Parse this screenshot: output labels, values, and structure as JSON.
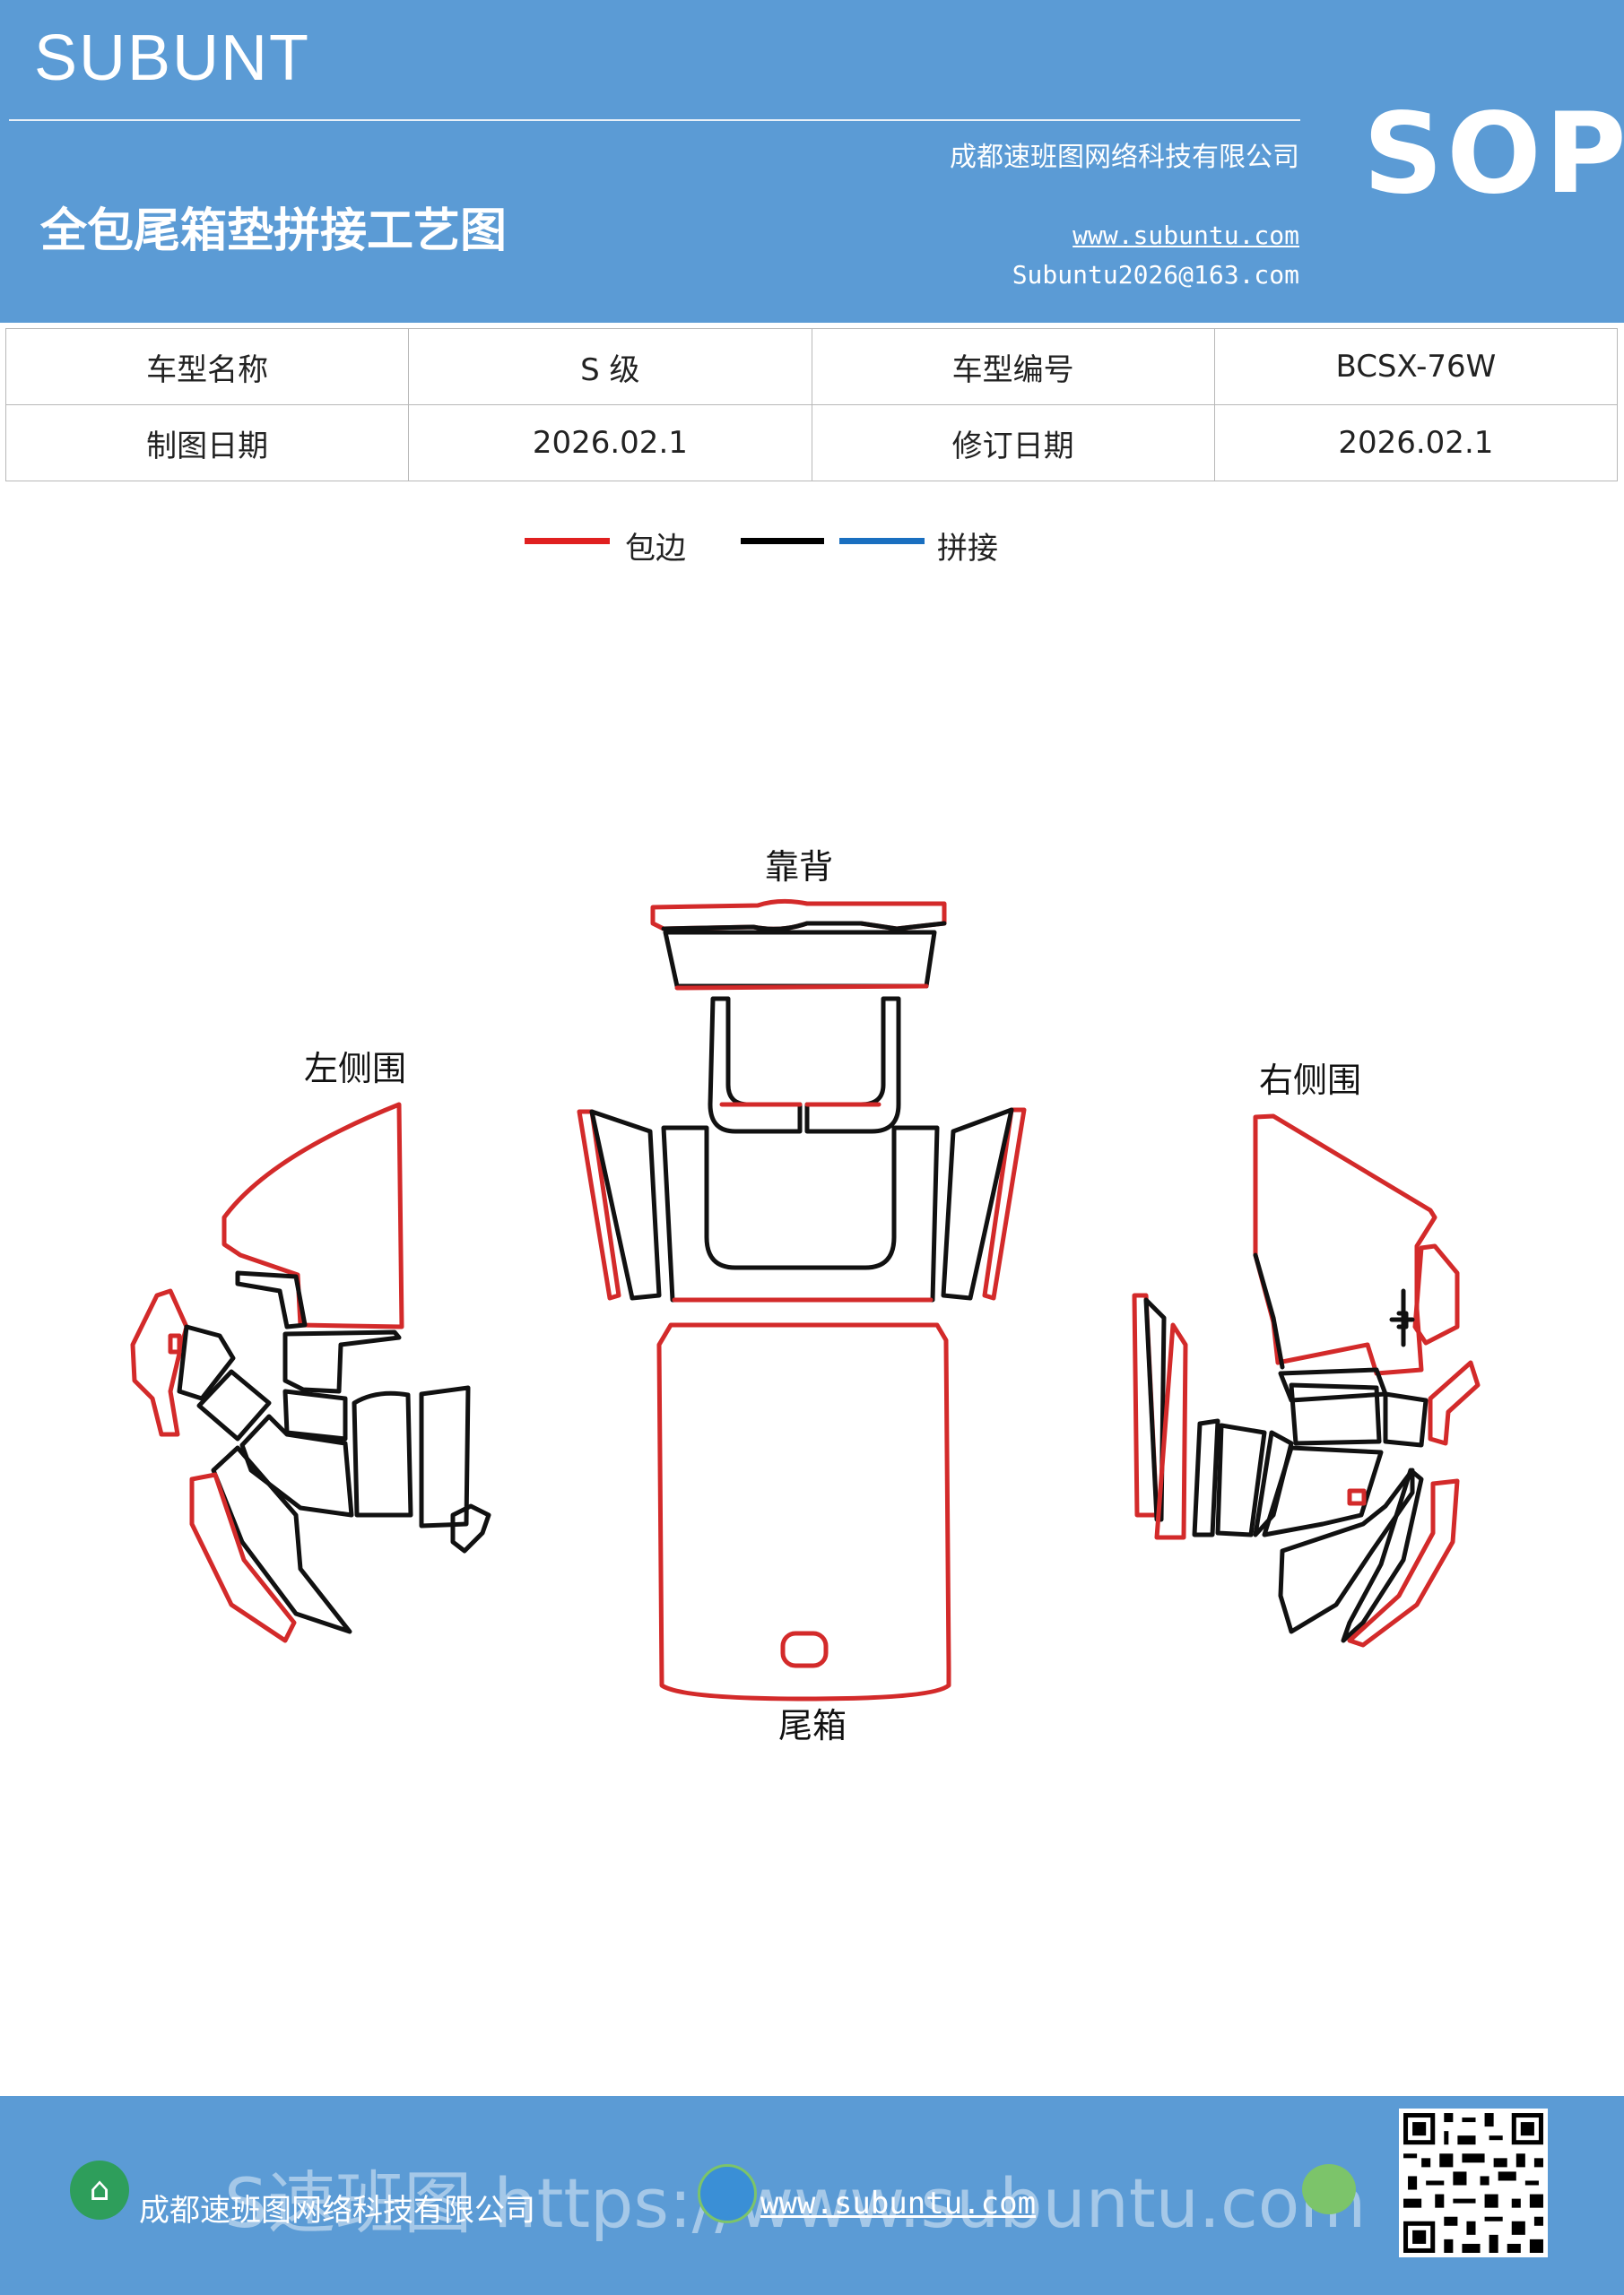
{
  "header": {
    "brand": "SUBUNT",
    "company": "成都速班图网络科技有限公司",
    "title": "全包尾箱垫拼接工艺图",
    "website": "www.subuntu.com",
    "email": "Subuntu2026@163.com",
    "badge": "SOP"
  },
  "info_table": {
    "rows": [
      [
        "车型名称",
        "S 级",
        "车型编号",
        "BCSX-76W"
      ],
      [
        "制图日期",
        "2026.02.1",
        "修订日期",
        "2026.02.1"
      ]
    ]
  },
  "legend": {
    "items": [
      {
        "label": "包边",
        "color": "#e02020"
      },
      {
        "label": "",
        "color": "#000000"
      },
      {
        "label": "拼接",
        "color": "#1a6fc0"
      }
    ]
  },
  "drawing": {
    "labels": {
      "backrest": "靠背",
      "left_side": "左侧围",
      "right_side": "右侧围",
      "trunk": "尾箱"
    }
  },
  "footer": {
    "company": "成都速班图网络科技有限公司",
    "website": "www.subuntu.com",
    "watermark": "S速班图 https://www.subuntu.com"
  },
  "colors": {
    "header_bg": "#5b9bd5",
    "edge_red": "#d32a2a",
    "seam_black": "#111111"
  }
}
